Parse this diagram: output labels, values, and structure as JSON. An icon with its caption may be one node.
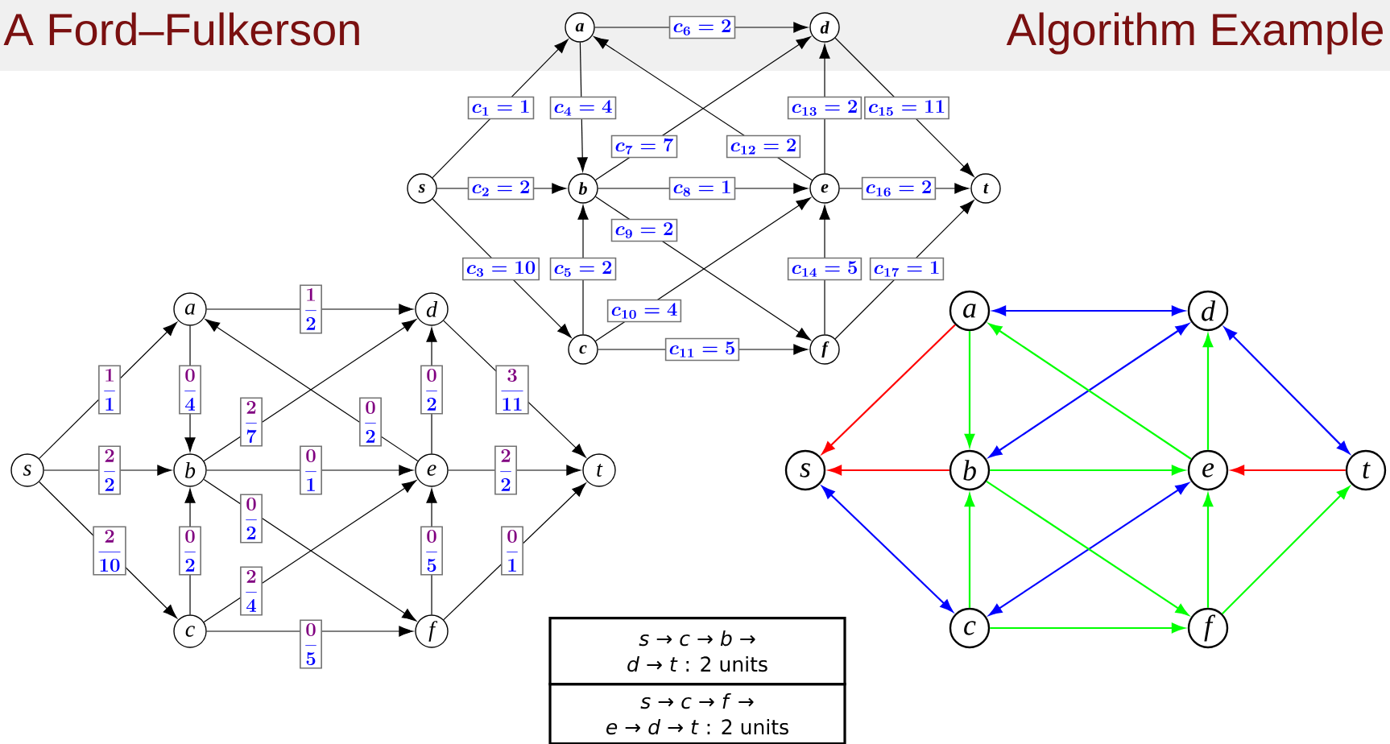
{
  "diagram": {
    "title": "A Ford–Fulkerson",
    "nodes": [
      {
        "text": [
          "s"
        ]
      },
      {
        "text": [
          "a"
        ]
      },
      {
        "text": [
          "b"
        ]
      },
      {
        "text": [
          "c"
        ]
      },
      {
        "text": [
          "d"
        ]
      },
      {
        "text": [
          "e"
        ]
      },
      {
        "text": [
          "f"
        ]
      },
      {
        "text": [
          "t"
        ]
      },
      {
        "text": [
          "s"
        ]
      },
      {
        "text": [
          "a"
        ]
      },
      {
        "text": [
          "b"
        ]
      },
      {
        "text": [
          "c"
        ]
      },
      {
        "text": [
          "d"
        ]
      },
      {
        "text": [
          "e"
        ]
      },
      {
        "text": [
          "f"
        ]
      },
      {
        "text": [
          "t"
        ]
      },
      {
        "text": [
          "s"
        ]
      },
      {
        "text": [
          "a"
        ]
      },
      {
        "text": [
          "b"
        ]
      },
      {
        "text": [
          "c"
        ]
      },
      {
        "text": [
          "d"
        ]
      },
      {
        "text": [
          "e"
        ]
      },
      {
        "text": [
          "f"
        ]
      },
      {
        "text": [
          "t"
        ]
      }
    ],
    "edges": [
      {
        "from": 0,
        "to": 1,
        "arrow": "to",
        "label": "c_{1}=1"
      },
      {
        "from": 0,
        "to": 2,
        "arrow": "to",
        "label": "c_{2}=2"
      },
      {
        "from": 0,
        "to": 3,
        "arrow": "to",
        "label": "c_{3}=10"
      },
      {
        "from": 1,
        "to": 2,
        "arrow": "to",
        "label": "c_{4}=4"
      },
      {
        "from": 3,
        "to": 2,
        "arrow": "to",
        "label": "c_{5}=2"
      },
      {
        "from": 1,
        "to": 4,
        "arrow": "to",
        "label": "c_{6}=2"
      },
      {
        "from": 2,
        "to": 4,
        "arrow": "to",
        "label": "c_{7}=7"
      },
      {
        "from": 2,
        "to": 5,
        "arrow": "to",
        "label": "c_{8}=1"
      },
      {
        "from": 2,
        "to": 6,
        "arrow": "to",
        "label": "c_{9}=2"
      },
      {
        "from": 3,
        "to": 5,
        "arrow": "to",
        "label": "c_{10}=4"
      },
      {
        "from": 3,
        "to": 6,
        "arrow": "to",
        "label": "c_{11}=5"
      },
      {
        "from": 5,
        "to": 1,
        "arrow": "to",
        "label": "c_{12}=2"
      },
      {
        "from": 5,
        "to": 4,
        "arrow": "to",
        "label": "c_{13}=2"
      },
      {
        "from": 6,
        "to": 5,
        "arrow": "to",
        "label": "c_{14}=5"
      },
      {
        "from": 4,
        "to": 7,
        "arrow": "to",
        "label": "c_{15}=11"
      },
      {
        "from": 5,
        "to": 7,
        "arrow": "to",
        "label": "c_{16}=2"
      },
      {
        "from": 6,
        "to": 7,
        "arrow": "to",
        "label": "c_{17}=1"
      },
      {
        "from": 8,
        "to": 9,
        "arrow": "to",
        "label": "\\frac{\\color{violet}1}{1}"
      },
      {
        "from": 8,
        "to": 10,
        "arrow": "to",
        "label": "\\frac{\\color{violet}2}{2}"
      },
      {
        "from": 8,
        "to": 11,
        "arrow": "to",
        "label": "\\frac{\\color{violet}2}{10}"
      },
      {
        "from": 9,
        "to": 10,
        "arrow": "to",
        "label": "\\frac{\\color{violet}0}{4}"
      },
      {
        "from": 11,
        "to": 10,
        "arrow": "to",
        "label": "\\frac{\\color{violet}0}{2}"
      },
      {
        "from": 9,
        "to": 12,
        "arrow": "to",
        "label": "\\frac{\\color{violet}1}{2}"
      },
      {
        "from": 10,
        "to": 12,
        "arrow": "to",
        "label": "\\frac{\\color{violet}2}{7}"
      },
      {
        "from": 10,
        "to": 13,
        "arrow": "to",
        "label": "\\frac{\\color{violet}0}{1}"
      },
      {
        "from": 10,
        "to": 14,
        "arrow": "to",
        "label": "\\frac{\\color{violet}0}{2}"
      },
      {
        "from": 11,
        "to": 13,
        "arrow": "to",
        "label": "\\frac{\\color{violet}2}{4}"
      },
      {
        "from": 11,
        "to": 14,
        "arrow": "to",
        "label": "\\frac{\\color{violet}0}{5}"
      },
      {
        "from": 13,
        "to": 9,
        "arrow": "to",
        "label": "\\frac{\\color{violet}0}{2}"
      },
      {
        "from": 13,
        "to": 12,
        "arrow": "to",
        "label": "\\frac{\\color{violet}0}{2}"
      },
      {
        "from": 14,
        "to": 13,
        "arrow": "to",
        "label": "\\frac{\\color{violet}0}{5}"
      },
      {
        "from": 12,
        "to": 15,
        "arrow": "to",
        "label": "\\frac{\\color{violet}3}{11}"
      },
      {
        "from": 13,
        "to": 15,
        "arrow": "to",
        "label": "\\frac{\\color{violet}2}{2}"
      },
      {
        "from": 14,
        "to": 15,
        "arrow": "to",
        "label": "\\frac{\\color{violet}0}{1}"
      },
      {
        "from": 17,
        "to": 20,
        "arrow": "both",
        "color": "#0000ff"
      },
      {
        "from": 17,
        "to": 16,
        "arrow": "to",
        "color": "#ff0000"
      },
      {
        "from": 17,
        "to": 18,
        "arrow": "to",
        "color": "#00ff00"
      },
      {
        "from": 18,
        "to": 20,
        "arrow": "both",
        "color": "#0000ff"
      },
      {
        "from": 20,
        "to": 23,
        "arrow": "both",
        "color": "#0000ff"
      },
      {
        "from": 21,
        "to": 17,
        "arrow": "to",
        "color": "#00ff00"
      },
      {
        "from": 21,
        "to": 20,
        "arrow": "to",
        "color": "#00ff00"
      },
      {
        "from": 18,
        "to": 16,
        "arrow": "to",
        "color": "#ff0000"
      },
      {
        "from": 18,
        "to": 21,
        "arrow": "to",
        "color": "#00ff00"
      },
      {
        "from": 23,
        "to": 21,
        "arrow": "to",
        "color": "#ff0000"
      },
      {
        "from": 16,
        "to": 19,
        "arrow": "both",
        "color": "#0000ff"
      },
      {
        "from": 19,
        "to": 18,
        "arrow": "to",
        "color": "#00ff00"
      },
      {
        "from": 19,
        "to": 21,
        "arrow": "both",
        "color": "#0000ff"
      },
      {
        "from": 18,
        "to": 22,
        "arrow": "to",
        "color": "#00ff00"
      },
      {
        "from": 19,
        "to": 22,
        "arrow": "to",
        "color": "#00ff00"
      },
      {
        "from": 22,
        "to": 21,
        "arrow": "to",
        "color": "#00ff00"
      },
      {
        "from": 22,
        "to": 23,
        "arrow": "to",
        "color": "#00ff00"
      }
    ],
    "labels": [
      "Algorithm Example",
      "*s* → *c* → *b* → *d* → *t* : 2 units",
      "*s* → *c* → *f* → *e* → *d* → *t* : 2 units"
    ]
  }
}
